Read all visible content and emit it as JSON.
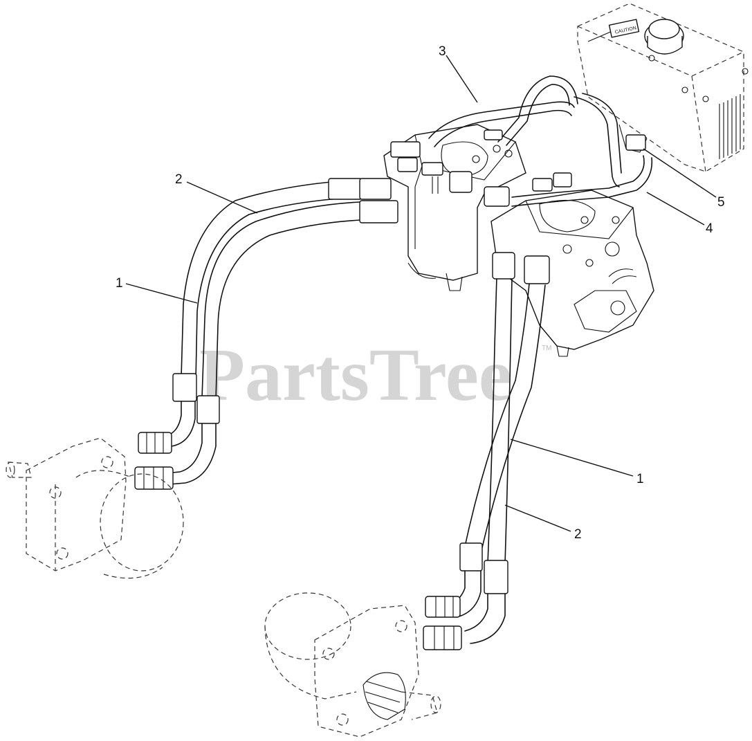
{
  "watermark": {
    "text": "PartsTree",
    "trademark": "TM"
  },
  "reservoir_label": "CAUTION",
  "callouts": [
    {
      "id": "c1a",
      "label": "1"
    },
    {
      "id": "c1b",
      "label": "1"
    },
    {
      "id": "c2a",
      "label": "2"
    },
    {
      "id": "c2b",
      "label": "2"
    },
    {
      "id": "c3",
      "label": "3"
    },
    {
      "id": "c4",
      "label": "4"
    },
    {
      "id": "c5",
      "label": "5"
    }
  ]
}
